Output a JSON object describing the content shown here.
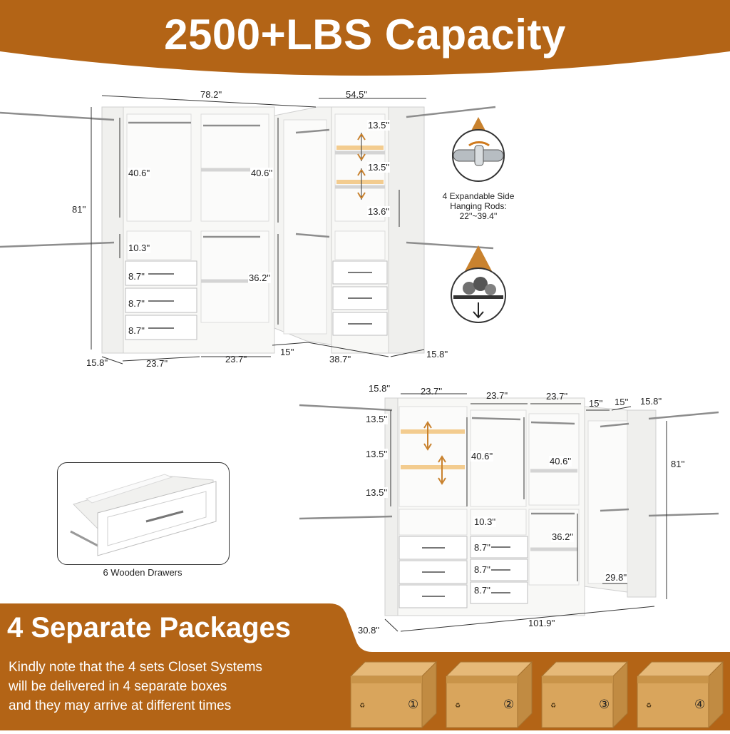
{
  "header": {
    "title": "2500+LBS Capacity"
  },
  "corner_unit": {
    "dims": {
      "total_width": "78.2''",
      "side_width": "54.5''",
      "height": "81''",
      "left_upper": "40.6''",
      "mid_upper": "40.6''",
      "left_mid": "10.3''",
      "left_drawer_1": "8.7''",
      "left_drawer_2": "8.7''",
      "left_drawer_3": "8.7''",
      "mid_lower": "36.2''",
      "shelf_1": "13.5''",
      "shelf_2": "13.5''",
      "shelf_3": "13.6''",
      "depth_left": "15.8''",
      "bay_1": "23.7''",
      "bay_2": "23.7''",
      "corner_gap": "15''",
      "side_span": "38.7''",
      "depth_right": "15.8''"
    }
  },
  "callouts": {
    "rods_line1": "4 Expandable Side",
    "rods_line2": "Hanging Rods:",
    "rods_line3": "22''~39.4''"
  },
  "straight_unit": {
    "dims": {
      "depth_top": "15.8''",
      "bay_1": "23.7''",
      "bay_2": "23.7''",
      "bay_3": "23.7''",
      "gap_1": "15''",
      "gap_2": "15''",
      "depth_right": "15.8''",
      "shelf_1": "13.5''",
      "shelf_2": "13.5''",
      "shelf_3": "13.5''",
      "upper": "40.6''",
      "upper_2": "40.6''",
      "height": "81''",
      "mid": "10.3''",
      "drawer_1": "8.7''",
      "drawer_2": "8.7''",
      "drawer_3": "8.7''",
      "lower": "36.2''",
      "rod_span": "29.8''",
      "depth_bottom": "30.8''",
      "total_width": "101.9''"
    }
  },
  "drawer_feature": {
    "caption": "6 Wooden Drawers"
  },
  "packages": {
    "title": "4 Separate Packages",
    "note_line1": "Kindly note that the 4 sets Closet Systems",
    "note_line2": "will be delivered in 4 separate boxes",
    "note_line3": "and they may arrive at different times",
    "boxes": [
      "①",
      "②",
      "③",
      "④"
    ]
  },
  "colors": {
    "brand": "#b36416",
    "brand_light": "#c5781f",
    "wood": "#f8f8f6",
    "box": "#d9a55c",
    "box_dark": "#b98339"
  }
}
